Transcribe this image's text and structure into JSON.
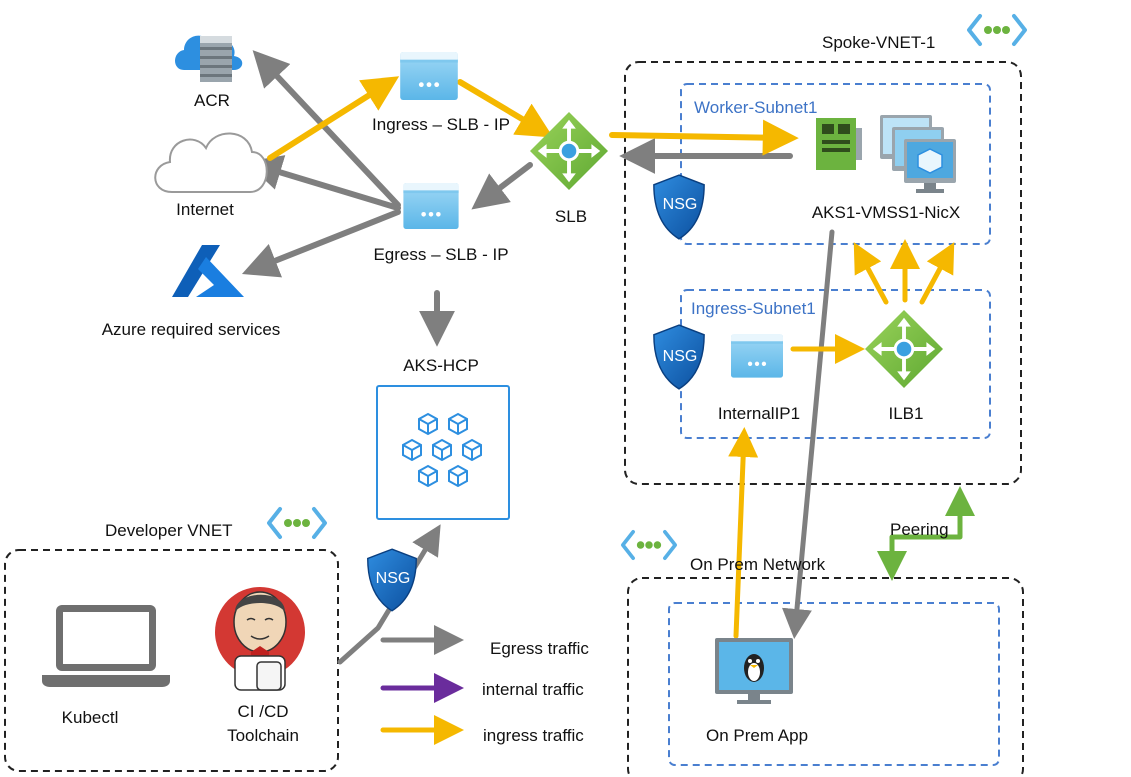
{
  "labels": {
    "acr": "ACR",
    "internet": "Internet",
    "azure_services": "Azure required services",
    "ingress_ip": "Ingress – SLB - IP",
    "egress_ip": "Egress – SLB - IP",
    "slb": "SLB",
    "aks_hcp": "AKS-HCP",
    "spoke_vnet": "Spoke-VNET-1",
    "worker_subnet": "Worker-Subnet1",
    "vmss": "AKS1-VMSS1-NicX",
    "ingress_subnet": "Ingress-Subnet1",
    "internal_ip": "InternalIP1",
    "ilb": "ILB1",
    "nsg": "NSG",
    "developer_vnet": "Developer VNET",
    "kubectl": "Kubectl",
    "cicd_line1": "CI /CD",
    "cicd_line2": "Toolchain",
    "peering": "Peering",
    "on_prem_network": "On Prem Network",
    "on_prem_app": "On Prem App"
  },
  "legend": [
    {
      "label": "Egress traffic",
      "color": "#7f7f7f"
    },
    {
      "label": "internal traffic",
      "color": "#6a2c9c"
    },
    {
      "label": "ingress traffic",
      "color": "#f5b800"
    }
  ],
  "colors": {
    "egress": "#7f7f7f",
    "internal": "#6a2c9c",
    "ingress": "#f5b800",
    "peering": "#6cb33f",
    "lb_green": "#7cc243",
    "nsg_blue": "#1e6fc4",
    "azure_blue": "#0078d4",
    "vnet_icon": "#57b0e6"
  },
  "icons": [
    "acr-icon",
    "internet-cloud-icon",
    "azure-icon",
    "public-ip-icon",
    "load-balancer-icon",
    "nsg-shield-icon",
    "nic-icon",
    "vm-stack-icon",
    "aks-cluster-icon",
    "vnet-icon",
    "laptop-icon",
    "jenkins-icon",
    "linux-monitor-icon"
  ]
}
